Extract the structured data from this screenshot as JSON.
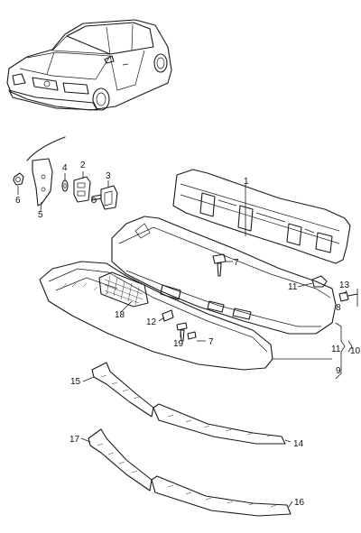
{
  "callouts": {
    "c1": "1",
    "c2": "2",
    "c3": "3",
    "c4": "4",
    "c5": "5",
    "c6": "6",
    "c7a": "7",
    "c7b": "7",
    "c8": "8",
    "c9": "9",
    "c10": "10",
    "c11a": "11",
    "c11b": "11",
    "c12": "12",
    "c13": "13",
    "c14": "14",
    "c15": "15",
    "c16": "16",
    "c17": "17",
    "c18": "18",
    "c19": "19"
  }
}
